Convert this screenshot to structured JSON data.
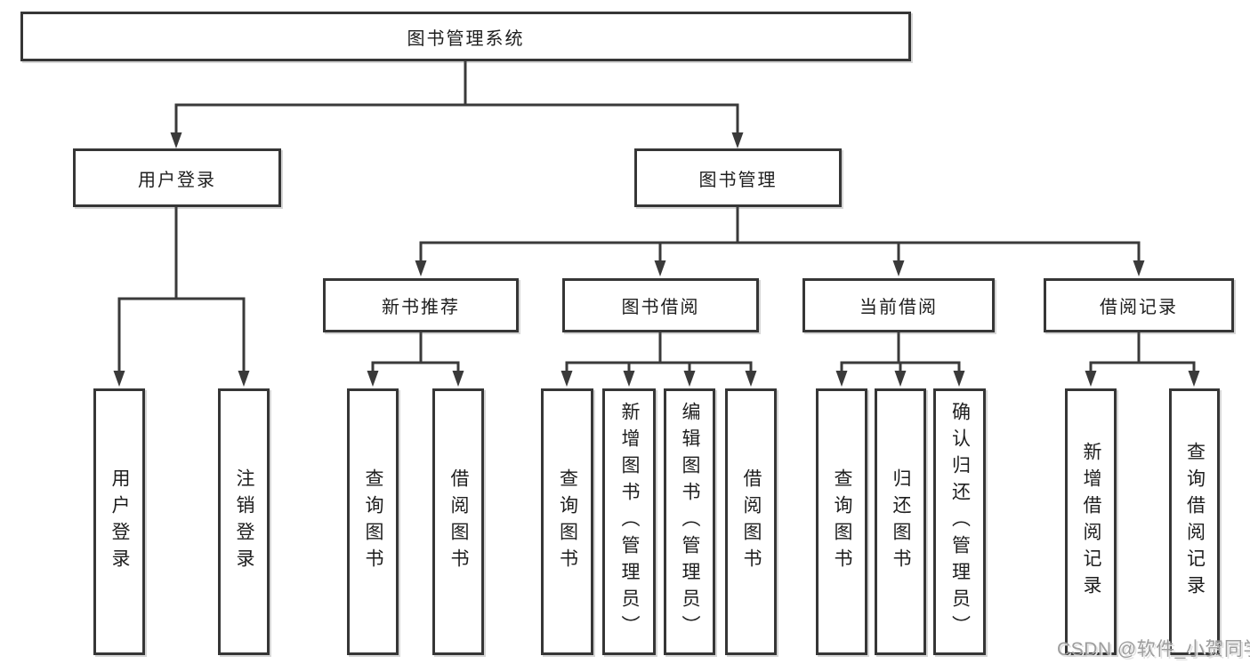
{
  "diagram": {
    "title": "图书管理系统",
    "watermark": "CSDN @软件_小贺同学",
    "colors": {
      "line": "#3a3a3a",
      "box_border": "#363636",
      "background": "#ffffff",
      "text": "#1e1e1e",
      "watermark": "#9d9d9d"
    },
    "nodes": {
      "root": "图书管理系统",
      "user_login": "用户登录",
      "book_mgmt": "图书管理",
      "new_book_rec": "新书推荐",
      "book_borrow": "图书借阅",
      "current_borrow": "当前借阅",
      "borrow_records": "借阅记录",
      "ul_login": "用户登录",
      "ul_logout": "注销登录",
      "nb_query": "查询图书",
      "nb_borrow": "借阅图书",
      "bb_query": "查询图书",
      "bb_add": "新增图书（管理员）",
      "bb_edit": "编辑图书（管理员）",
      "bb_borrow": "借阅图书",
      "cb_query": "查询图书",
      "cb_return": "归还图书",
      "cb_confirm": "确认归还（管理员）",
      "br_add": "新增借阅记录",
      "br_query": "查询借阅记录"
    }
  }
}
